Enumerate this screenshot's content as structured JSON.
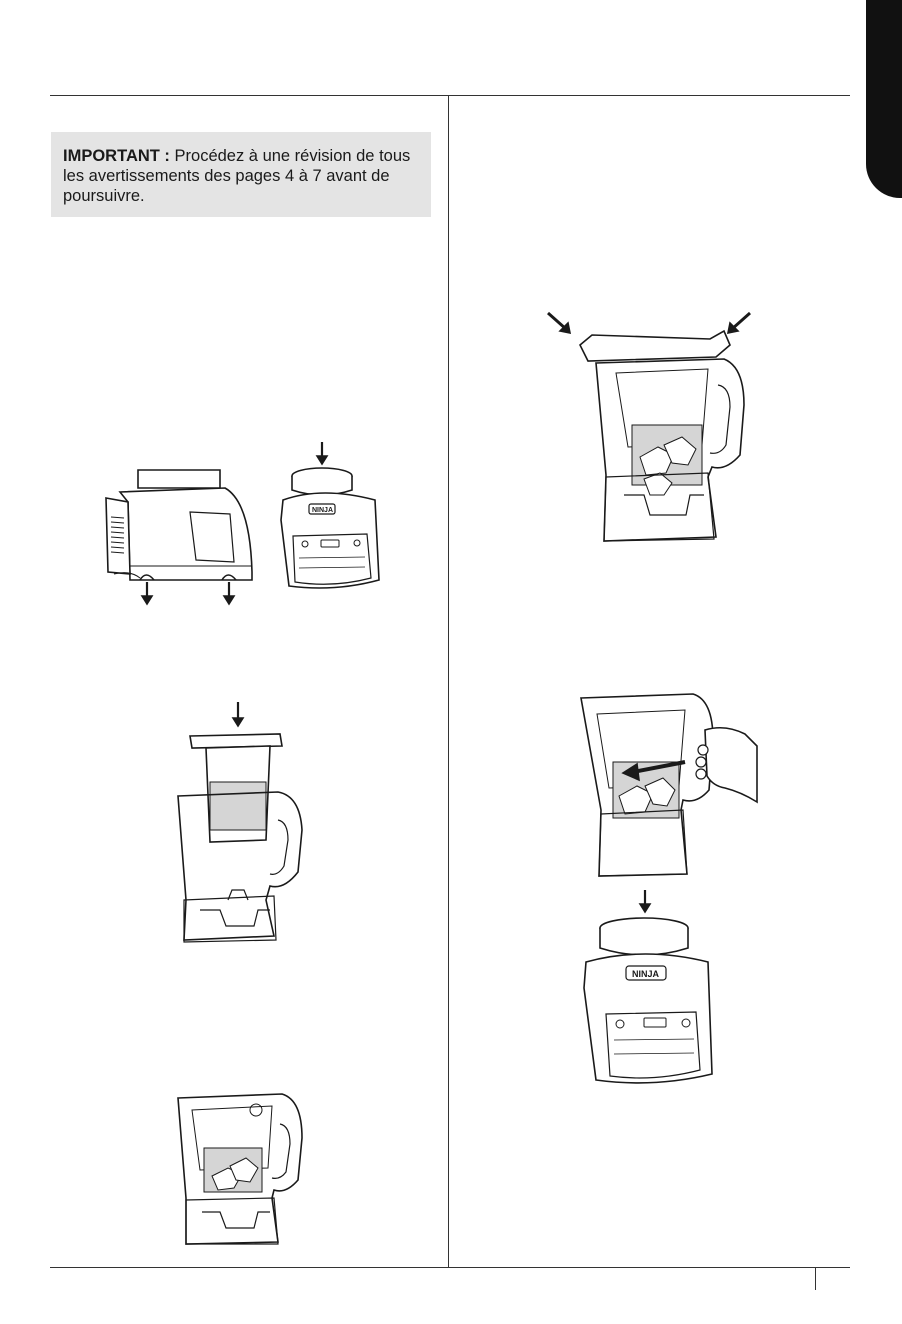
{
  "notice": {
    "label": "IMPORTANT :",
    "text": " Procédez à une révision de tous les avertissements des pages 4 à 7 avant de poursuivre."
  },
  "illustrations": {
    "motor_base_top": {
      "brand_label": "NINJA"
    },
    "motor_base_bottom": {
      "brand_label": "NINJA"
    }
  }
}
